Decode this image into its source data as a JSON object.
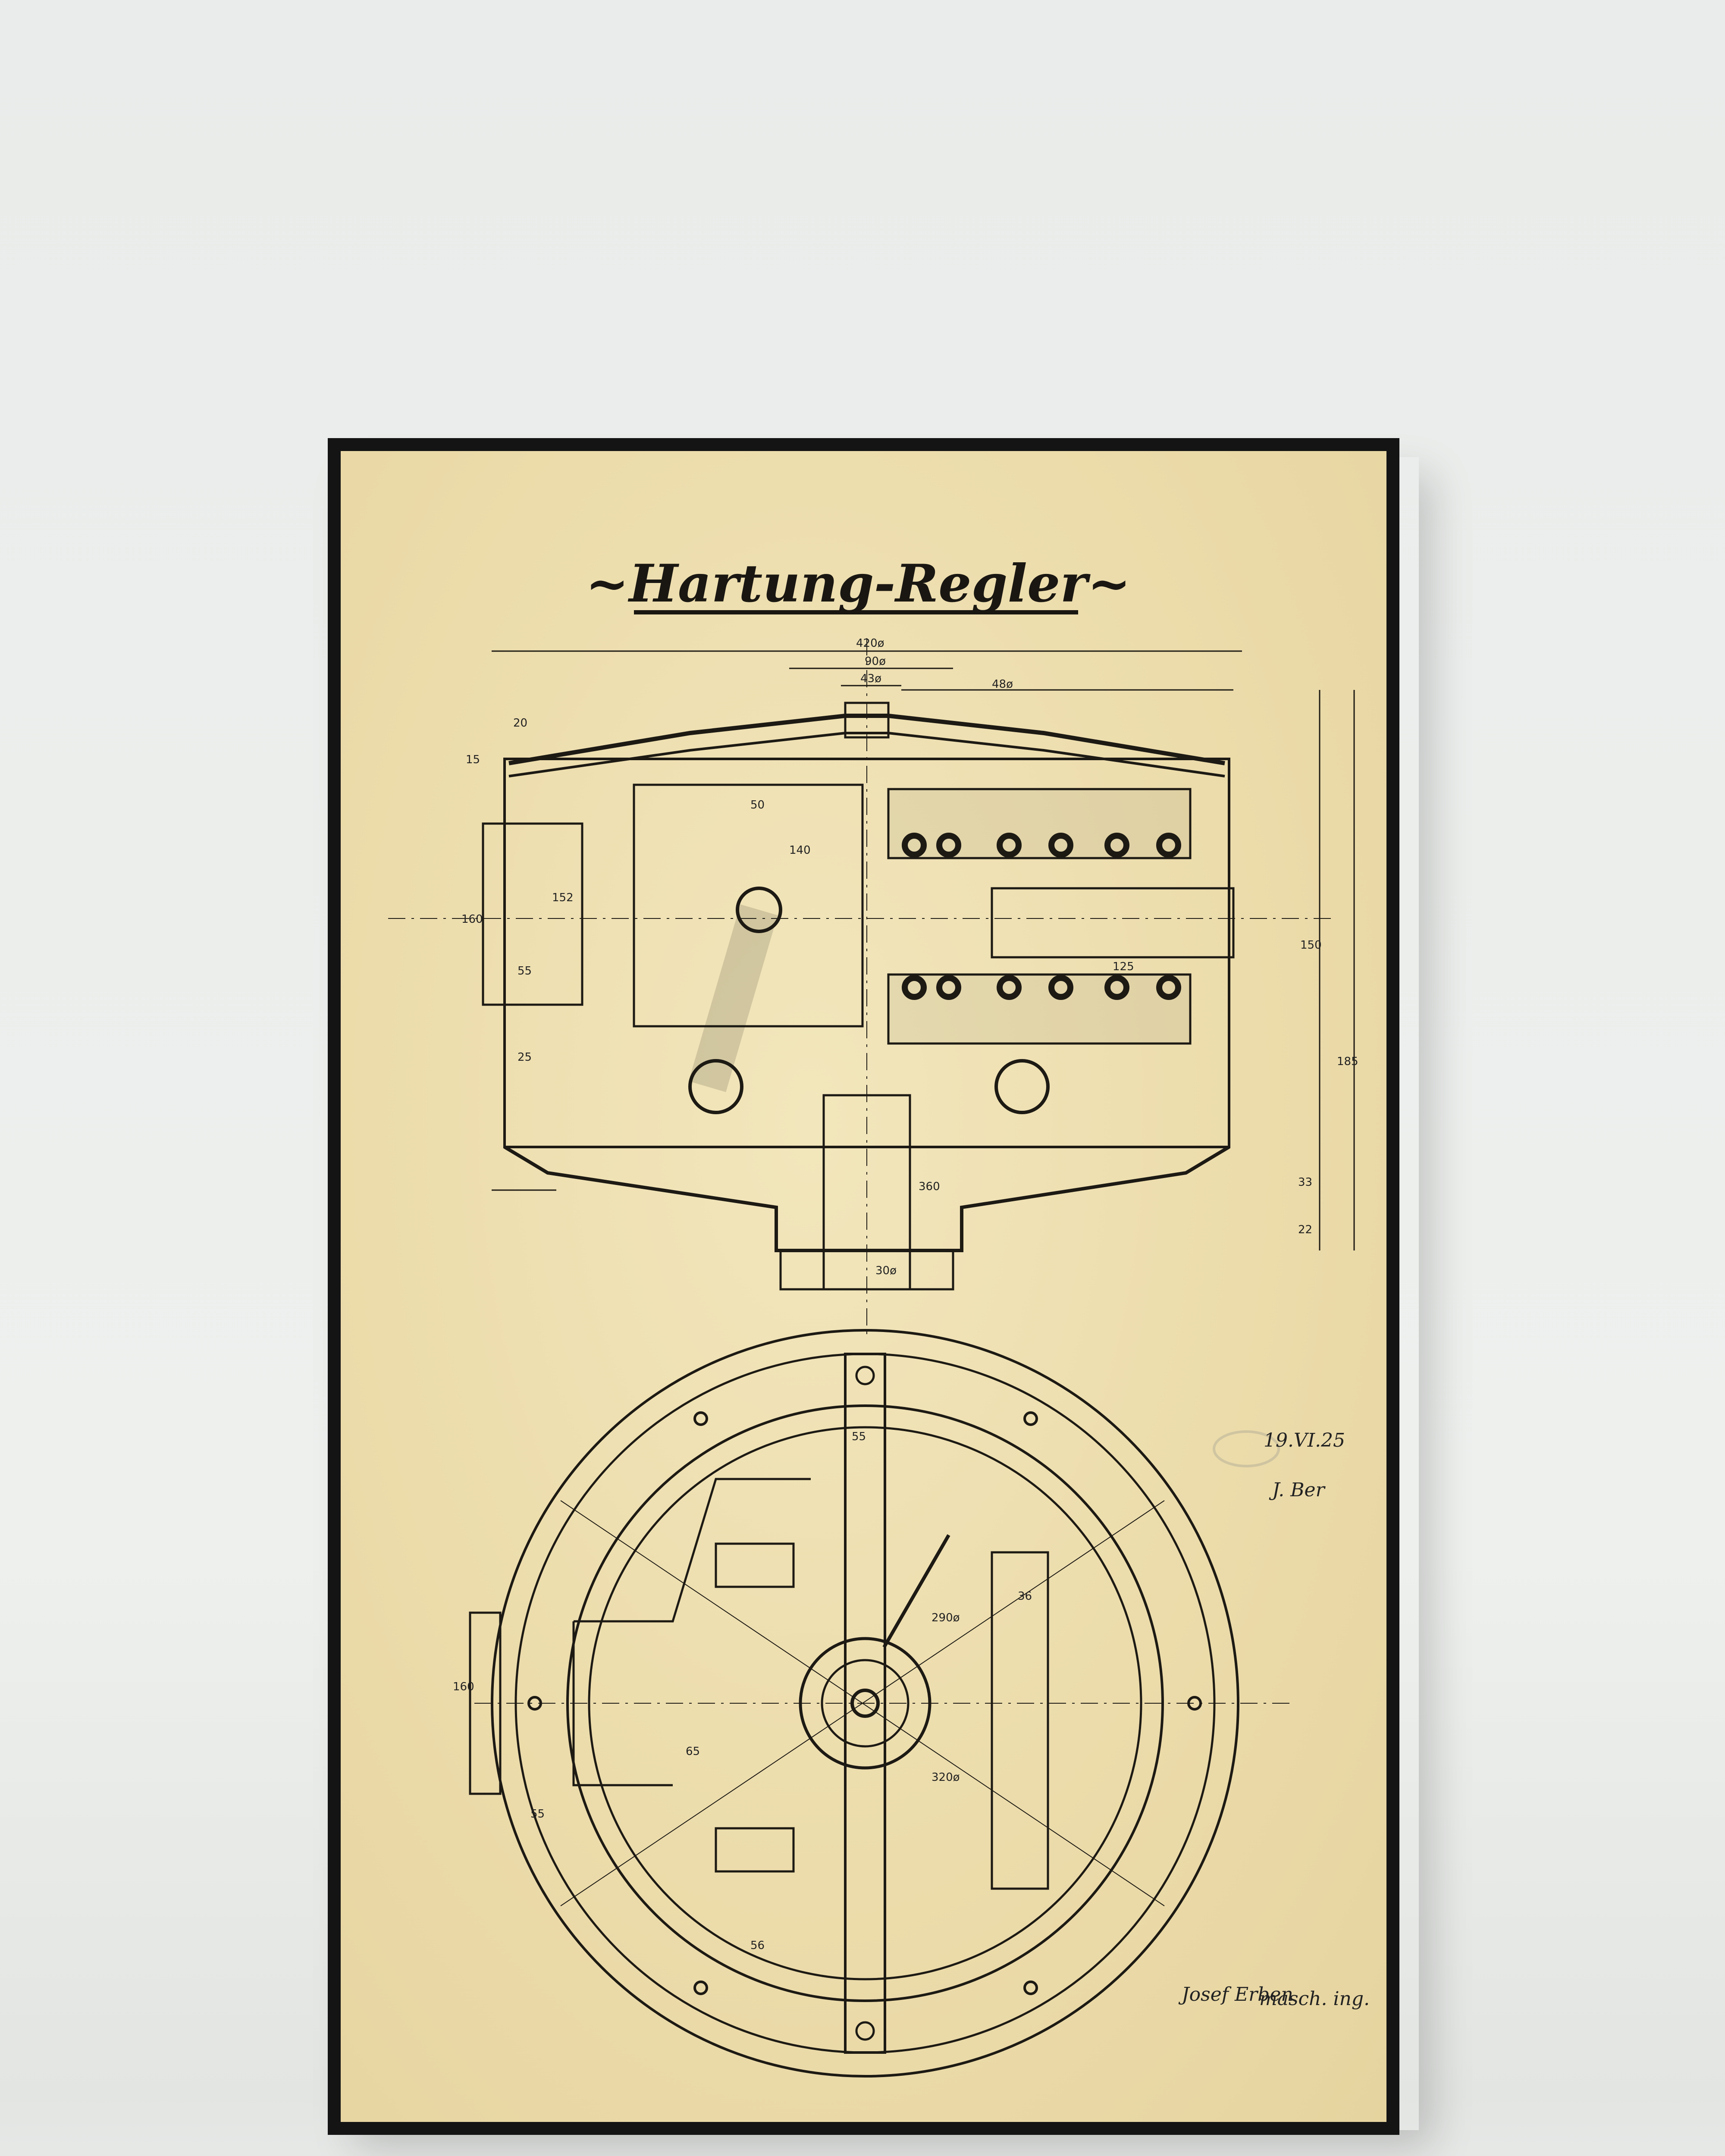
{
  "drawing": {
    "title": "~Hartung-Regler~",
    "date_note": "19.VI.25",
    "initials_signature": "J. Ber",
    "maker_signature": "Josef Erben",
    "maker_note": "masch. ing.",
    "stamp": "faded oval stamp",
    "dimensions_top": [
      "420ø",
      "90ø",
      "43ø",
      "48ø",
      "20",
      "15",
      "25",
      "55",
      "160",
      "152",
      "50",
      "140",
      "360",
      "30ø",
      "150",
      "185",
      "22",
      "33",
      "125"
    ],
    "dimensions_bottom": [
      "55",
      "160",
      "65",
      "36",
      "290ø",
      "320ø",
      "56",
      "55"
    ]
  },
  "colors": {
    "frame": "#141414",
    "paper": "#ecdcab",
    "ink": "#1a1712",
    "wall": "#eceeed"
  }
}
